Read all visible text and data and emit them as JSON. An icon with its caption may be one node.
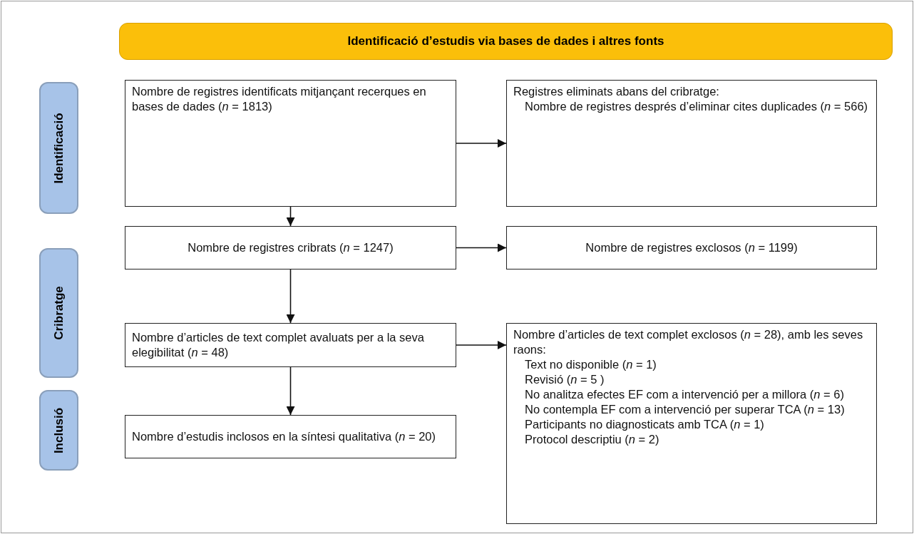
{
  "diagram": {
    "nodes": [
      {
        "text": [
          "Identificació d’estudis via bases de dades i altres fonts"
        ]
      },
      {
        "text": [
          "Identificació"
        ]
      },
      {
        "text": [
          "Cribratge"
        ]
      },
      {
        "text": [
          "Inclusió"
        ]
      },
      {
        "text": [
          "Nombre de registres identificats mitjançant recerques en bases de dades (*n* = 1813)"
        ]
      },
      {
        "text": [
          "Registres eliminats abans del cribratge:",
          "Nombre de registres després d’eliminar cites duplicades  (*n* = 566)"
        ]
      },
      {
        "text": [
          "Nombre de registres cribrats (*n* = 1247)"
        ]
      },
      {
        "text": [
          "Nombre de registres exclosos (*n* = 1199)"
        ]
      },
      {
        "text": [
          "Nombre d’articles de text complet avaluats per a la seva elegibilitat (*n* = 48)"
        ]
      },
      {
        "text": [
          "Nombre d’articles de text complet exclosos (*n* = 28), amb les seves raons:",
          "Text no disponible  (*n* = 1)",
          "Revisió  (*n* = 5 )",
          "No analitza efectes EF com a intervenció per a millora  (*n* = 6)",
          "No contempla EF com a intervenció per superar TCA  (*n* = 13)",
          "Participants no diagnosticats amb TCA (*n* = 1)",
          "Protocol descriptiu  (*n* = 2)"
        ]
      },
      {
        "text": [
          "Nombre d’estudis inclosos en la síntesi qualitativa  (*n* = 20)"
        ]
      }
    ],
    "edges": [
      {
        "from": 4,
        "to": 5,
        "arrow": "to"
      },
      {
        "from": 4,
        "to": 6,
        "arrow": "to"
      },
      {
        "from": 6,
        "to": 7,
        "arrow": "to"
      },
      {
        "from": 6,
        "to": 8,
        "arrow": "to"
      },
      {
        "from": 8,
        "to": 9,
        "arrow": "to"
      },
      {
        "from": 8,
        "to": 10,
        "arrow": "to"
      }
    ]
  }
}
